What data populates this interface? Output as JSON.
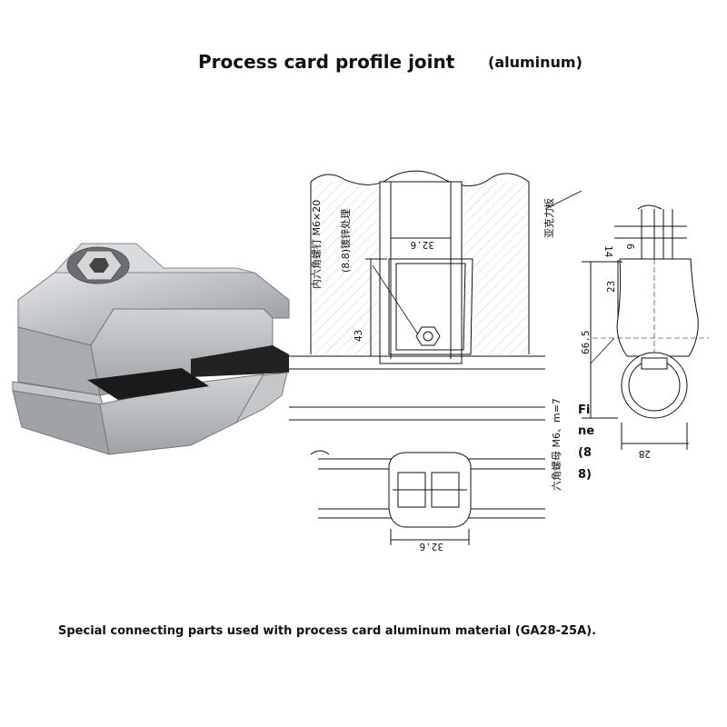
{
  "header": {
    "title": "Process card profile joint",
    "subtitle": "(aluminum)"
  },
  "drawing": {
    "front_view": {
      "width_dim": "32.6",
      "height_dim": "43",
      "screw_label": "内六角螺钉 M6×20",
      "screw_label_2": "(8.8)镀锌处理"
    },
    "plan_view": {
      "width_dim": "32.6"
    },
    "side_view": {
      "top_dim": "14",
      "top_dim_2": "6",
      "mid_dim": "23",
      "overall_dim": "66.5",
      "tube_dim": "28",
      "plate_label": "亚克力板",
      "nut_label": "六角螺母 M6、m=7",
      "nut_grade": [
        "Fi",
        "ne",
        "(8",
        "8)"
      ]
    }
  },
  "footer": {
    "caption": "Special connecting parts used with process card aluminum material (GA28-25A)."
  }
}
